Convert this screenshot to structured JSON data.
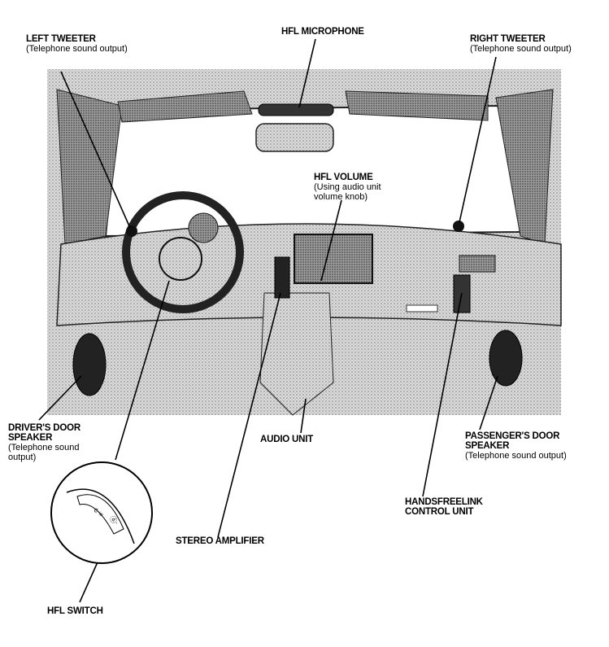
{
  "labels": {
    "left_tweeter": {
      "title": "LEFT TWEETER",
      "sub": "(Telephone sound output)"
    },
    "hfl_microphone": {
      "title": "HFL MICROPHONE"
    },
    "right_tweeter": {
      "title": "RIGHT TWEETER",
      "sub": "(Telephone sound output)"
    },
    "hfl_volume": {
      "title": "HFL VOLUME",
      "sub1": "(Using audio unit",
      "sub2": "volume knob)"
    },
    "drivers_door": {
      "title1": "DRIVER'S DOOR",
      "title2": "SPEAKER",
      "sub1": "(Telephone sound",
      "sub2": "output)"
    },
    "audio_unit": {
      "title": "AUDIO UNIT"
    },
    "passengers_door": {
      "title1": "PASSENGER'S DOOR",
      "title2": "SPEAKER",
      "sub": "(Telephone sound output)"
    },
    "handsfreelink": {
      "title1": "HANDSFREELINK",
      "title2": "CONTROL UNIT"
    },
    "stereo_amp": {
      "title": "STEREO AMPLIFIER"
    },
    "hfl_switch": {
      "title": "HFL SWITCH"
    }
  }
}
